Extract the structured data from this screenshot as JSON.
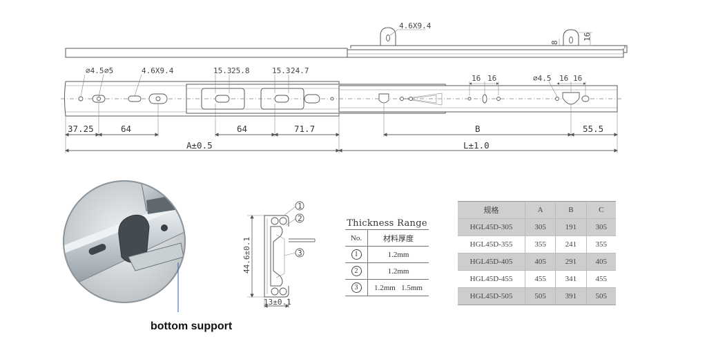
{
  "top_rail": {
    "hole_top_label": "4.6X9.4",
    "dim_8": "8",
    "dim_16": "16"
  },
  "main_rail": {
    "labels_top": [
      "⌀4.5",
      "⌀5",
      "4.6X9.4",
      "15.3",
      "25.8",
      "15.3",
      "24.7",
      "16",
      "16",
      "⌀4.5",
      "16",
      "16"
    ],
    "dims_bottom": [
      "37.25",
      "64",
      "64",
      "71.7",
      "B",
      "55.5"
    ],
    "overall_left": "A±0.5",
    "overall_right": "L±1.0"
  },
  "photo": {
    "caption": "bottom support"
  },
  "cross_section": {
    "height": "44.6±0.1",
    "width": "13±0.1",
    "callouts": [
      "1",
      "2",
      "3"
    ]
  },
  "thickness": {
    "title": "Thickness Range",
    "header": [
      "No.",
      "材料厚度"
    ],
    "rows": [
      {
        "no": "1",
        "value": "1.2mm"
      },
      {
        "no": "2",
        "value": "1.2mm"
      },
      {
        "no": "3",
        "value": "1.2mm   1.5mm"
      }
    ]
  },
  "spec_table": {
    "headers": [
      "规格",
      "A",
      "B",
      "C"
    ],
    "rows": [
      [
        "HGL45D-305",
        "305",
        "191",
        "305"
      ],
      [
        "HGL45D-355",
        "355",
        "241",
        "355"
      ],
      [
        "HGL45D-405",
        "405",
        "291",
        "405"
      ],
      [
        "HGL45D-455",
        "455",
        "341",
        "455"
      ],
      [
        "HGL45D-505",
        "505",
        "391",
        "505"
      ]
    ]
  }
}
